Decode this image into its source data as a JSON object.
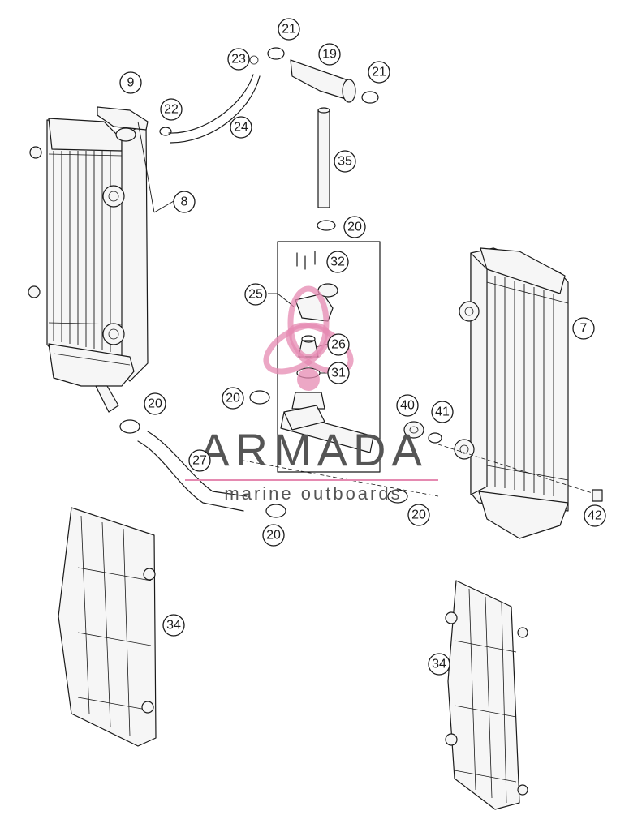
{
  "diagram": {
    "callouts": [
      {
        "label": "21"
      },
      {
        "label": "23"
      },
      {
        "label": "19"
      },
      {
        "label": "21"
      },
      {
        "label": "9"
      },
      {
        "label": "22"
      },
      {
        "label": "24"
      },
      {
        "label": "8"
      },
      {
        "label": "35"
      },
      {
        "label": "20"
      },
      {
        "label": "32"
      },
      {
        "label": "25"
      },
      {
        "label": "7"
      },
      {
        "label": "26"
      },
      {
        "label": "31"
      },
      {
        "label": "20"
      },
      {
        "label": "20"
      },
      {
        "label": "40"
      },
      {
        "label": "41"
      },
      {
        "label": "27"
      },
      {
        "label": "20"
      },
      {
        "label": "42"
      },
      {
        "label": "20"
      },
      {
        "label": "34"
      },
      {
        "label": "34"
      }
    ]
  },
  "watermark": {
    "brand": "ARMADA",
    "tagline": "marine outboards",
    "color": "#e58ab1",
    "text_color": "#555555"
  }
}
